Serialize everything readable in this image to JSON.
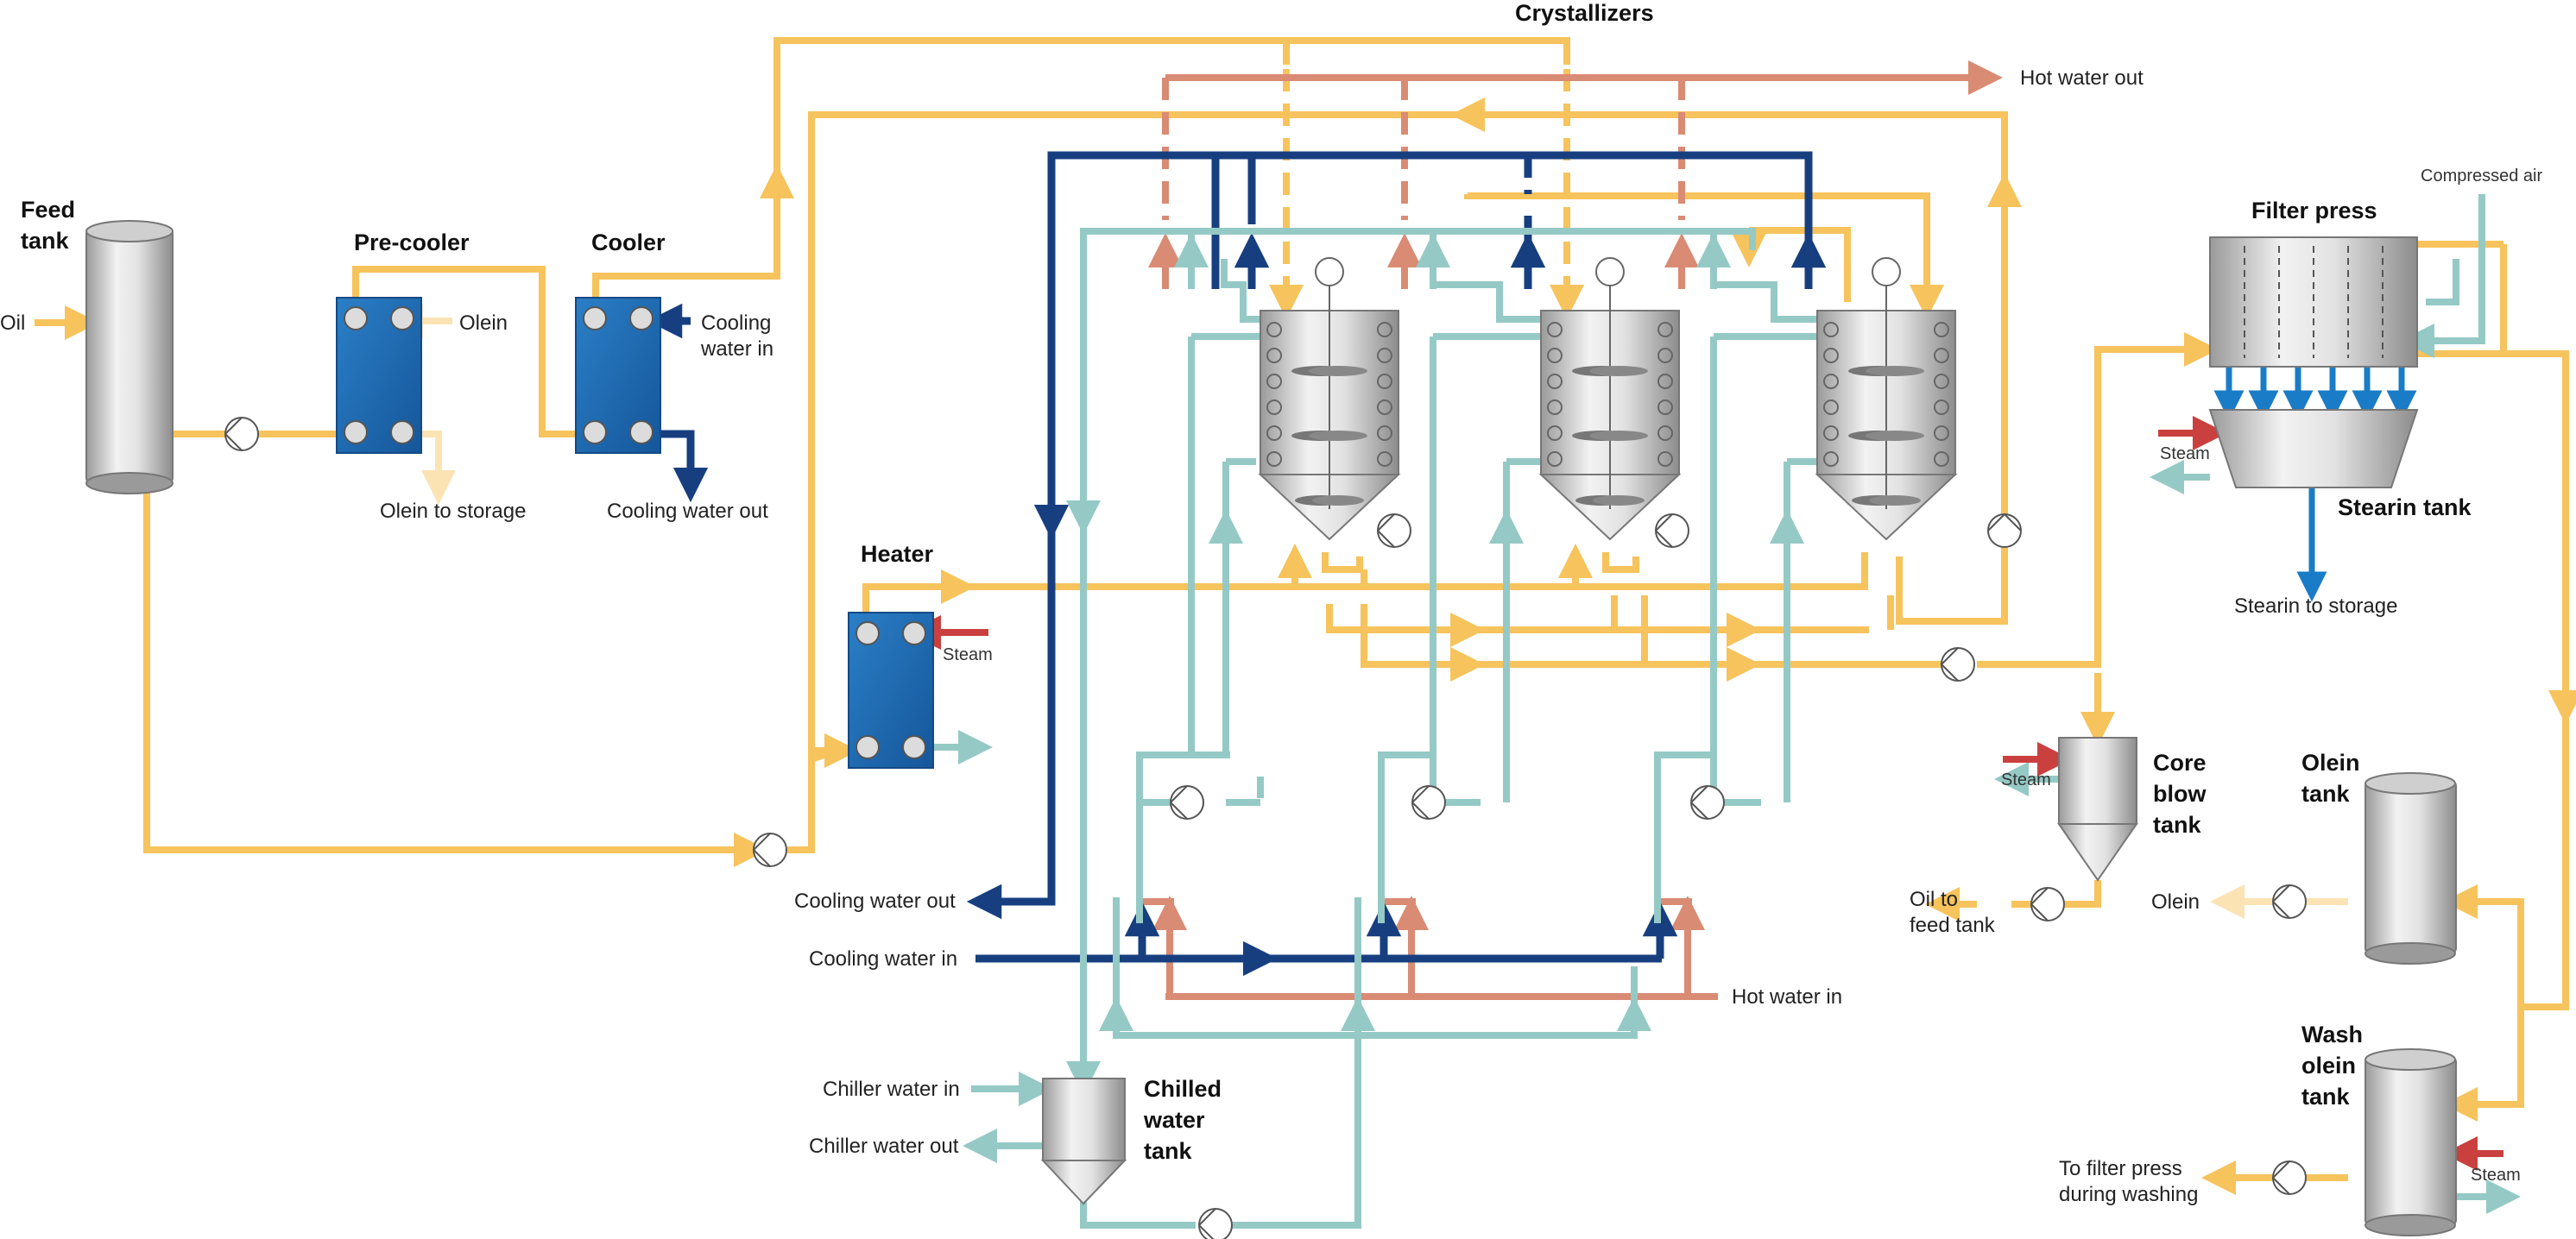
{
  "labels": {
    "crystallizers": "Crystallizers",
    "hot_water_out": "Hot water out",
    "feed_tank": "Feed\ntank",
    "oil": "Oil",
    "pre_cooler": "Pre-cooler",
    "olein_in": "Olein",
    "cooler": "Cooler",
    "cooling_water_in_top": "Cooling\nwater in",
    "olein_to_storage": "Olein to storage",
    "cooling_water_out_top": "Cooling water out",
    "heater": "Heater",
    "steam_heater": "Steam",
    "compressed_air": "Compressed air",
    "filter_press": "Filter press",
    "steam_stearin": "Steam",
    "stearin_tank": "Stearin tank",
    "stearin_to_storage": "Stearin to storage",
    "steam_core": "Steam",
    "core_blow_tank": "Core\nblow\ntank",
    "oil_to_feed_tank": "Oil to\nfeed tank",
    "olein_tank": "Olein\ntank",
    "olein_out": "Olein",
    "cooling_water_out_bottom": "Cooling water out",
    "cooling_water_in_bottom": "Cooling water in",
    "hot_water_in": "Hot water in",
    "chiller_water_in": "Chiller water in",
    "chiller_water_out": "Chiller water out",
    "chilled_water_tank": "Chilled\nwater\ntank",
    "wash_olein_tank": "Wash\nolein\ntank",
    "steam_wash": "Steam",
    "to_filter_press": "To filter press\nduring washing"
  },
  "colors": {
    "oil": "#f6c35c",
    "olein": "#fbe3b4",
    "chilled_water": "#95c9c5",
    "cooling_water": "#173f80",
    "hot_water": "#d98b74",
    "steam": "#c9403e",
    "stearin": "#1a7cc6",
    "heat_exchanger": "#1f6fb5"
  },
  "icons": {
    "pump": "pump-icon",
    "heat_exchanger": "plate-heat-exchanger-icon",
    "crystallizer": "crystallizer-tank-icon",
    "filter_press": "filter-press-icon"
  }
}
